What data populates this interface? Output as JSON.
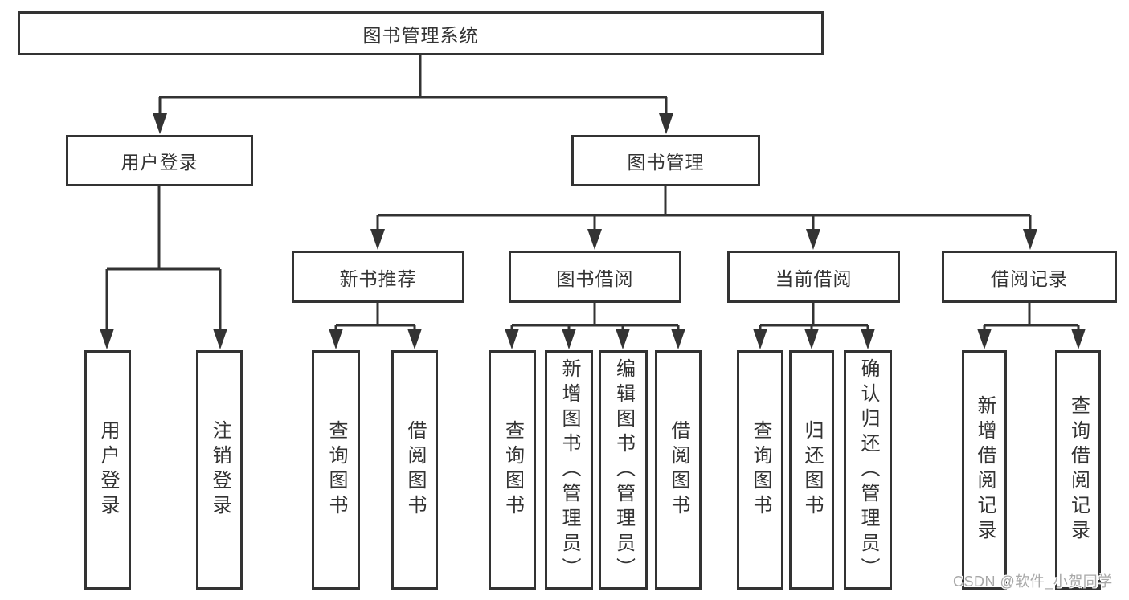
{
  "root": {
    "label": "图书管理系统"
  },
  "user_login": {
    "label": "用户登录",
    "children": [
      "用户登录",
      "注销登录"
    ]
  },
  "book_mgmt": {
    "label": "图书管理"
  },
  "new_book": {
    "label": "新书推荐",
    "children": [
      "查询图书",
      "借阅图书"
    ]
  },
  "book_borrow": {
    "label": "图书借阅",
    "children": [
      "查询图书",
      "新增图书（管理员）",
      "编辑图书（管理员）",
      "借阅图书"
    ]
  },
  "current_borrow": {
    "label": "当前借阅",
    "children": [
      "查询图书",
      "归还图书",
      "确认归还（管理员）"
    ]
  },
  "borrow_record": {
    "label": "借阅记录",
    "children": [
      "新增借阅记录",
      "查询借阅记录"
    ]
  },
  "watermark": "CSDN @软件_小贺同学",
  "colors": {
    "line": "#333333",
    "box_border": "#333333",
    "text": "#333333",
    "background": "#ffffff",
    "watermark": "#a8a8a8"
  }
}
